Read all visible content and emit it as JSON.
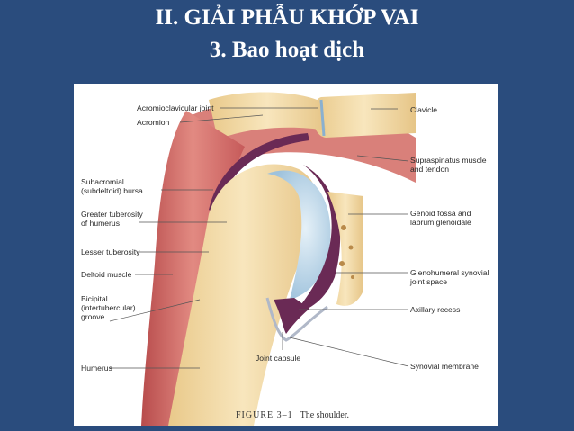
{
  "title": {
    "line1": "II. GIẢI PHẪU KHỚP VAI",
    "line2": "3. Bao hoạt dịch"
  },
  "figure": {
    "caption_tag": "FIGURE 3–1",
    "caption_text": "The shoulder.",
    "labels": {
      "acromioclavicular_joint": "Acromioclavicular joint",
      "acromion": "Acromion",
      "subacromial_1": "Subacromial",
      "subacromial_2": "(subdeltoid) bursa",
      "greater_tuberosity_1": "Greater tuberosity",
      "greater_tuberosity_2": "of humerus",
      "lesser_tuberosity": "Lesser tuberosity",
      "deltoid_muscle": "Deltoid muscle",
      "bicipital_1": "Bicipital",
      "bicipital_2": "(intertubercular)",
      "bicipital_3": "groove",
      "humerus": "Humerus",
      "joint_capsule": "Joint capsule",
      "clavicle": "Clavicle",
      "supraspinatus_1": "Supraspinatus muscle",
      "supraspinatus_2": "and tendon",
      "glenoid_1": "Genoid fossa and",
      "glenoid_2": "labrum glenoidale",
      "glenohumeral_1": "Glenohumeral synovial",
      "glenohumeral_2": "joint space",
      "axillary_recess": "Axillary recess",
      "synovial_membrane": "Synovial membrane"
    },
    "colors": {
      "background": "#2a4c7d",
      "bone": "#f3dba7",
      "muscle": "#d46a6a",
      "cartilage": "#bcd6e8",
      "synovial": "#6a2a55"
    }
  }
}
